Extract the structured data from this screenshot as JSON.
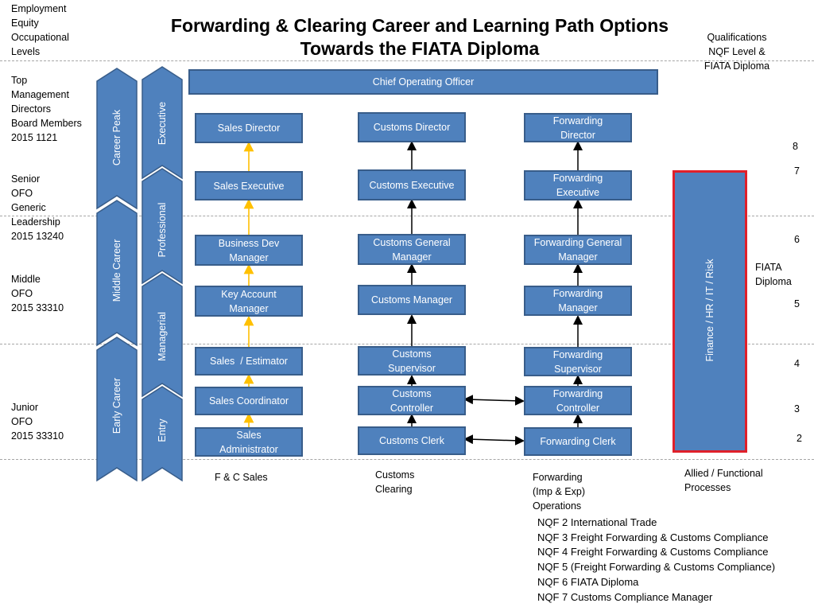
{
  "title": {
    "line1": "Forwarding & Clearing Career and Learning Path Options",
    "line2": "Towards the FIATA Diploma"
  },
  "header_left": [
    "Employment",
    "Equity",
    "Occupational",
    "Levels"
  ],
  "header_right": [
    "Qualifications",
    "NQF Level &",
    "FIATA Diploma"
  ],
  "levels": {
    "top": [
      "Top",
      "Management",
      "Directors",
      "Board Members",
      "2015 1121"
    ],
    "senior": [
      "Senior",
      "OFO",
      "Generic",
      "Leadership",
      "2015 13240"
    ],
    "middle": [
      "Middle",
      "OFO",
      "2015 33310"
    ],
    "junior": [
      "Junior",
      "OFO",
      "2015 33310"
    ]
  },
  "career_arrows": {
    "career_peak": "Career Peak",
    "middle_career": "Middle Career",
    "early_career": "Early Career",
    "executive": "Executive",
    "professional": "Professional",
    "managerial": "Managerial",
    "entry": "Entry"
  },
  "coo": "Chief Operating Officer",
  "sales": {
    "director": "Sales Director",
    "executive": "Sales Executive",
    "bizdev": "Business Dev Manager",
    "key_account": "Key Account Manager",
    "estimator": "Sales  / Estimator",
    "coordinator": "Sales Coordinator",
    "administrator": "Sales Administrator",
    "label": "F & C Sales"
  },
  "customs": {
    "director": "Customs Director",
    "executive": "Customs Executive",
    "general_manager": "Customs General Manager",
    "manager": "Customs Manager",
    "supervisor": "Customs Supervisor",
    "controller": "Customs Controller",
    "clerk": "Customs Clerk",
    "label": [
      "Customs",
      "Clearing"
    ]
  },
  "forwarding": {
    "director": "Forwarding Director",
    "executive": "Forwarding Executive",
    "general_manager": "Forwarding General Manager",
    "manager": "Forwarding Manager",
    "supervisor": "Forwarding Supervisor",
    "controller": "Forwarding Controller",
    "clerk": "Forwarding Clerk",
    "label": [
      "Forwarding",
      "(Imp & Exp)",
      "Operations"
    ]
  },
  "allied": {
    "box": "Finance / HR / IT / Risk",
    "label": [
      "Allied / Functional",
      "Processes"
    ]
  },
  "nqf_levels": [
    "8",
    "7",
    "6",
    "5",
    "4",
    "3",
    "2"
  ],
  "fiata_diploma": [
    "FIATA",
    "Diploma"
  ],
  "nqf_list": [
    "NQF 2 International Trade",
    "NQF 3 Freight Forwarding & Customs Compliance",
    "NQF 4 Freight Forwarding & Customs Compliance",
    "NQF 5 (Freight Forwarding & Customs Compliance)",
    "NQF 6 FIATA Diploma",
    "NQF 7 Customs Compliance Manager"
  ],
  "colors": {
    "box_fill": "#4f81bd",
    "box_border": "#385d8a",
    "sales_arrow": "#ffc000",
    "allied_border": "#e0202a",
    "dash": "#a6a6a6"
  }
}
